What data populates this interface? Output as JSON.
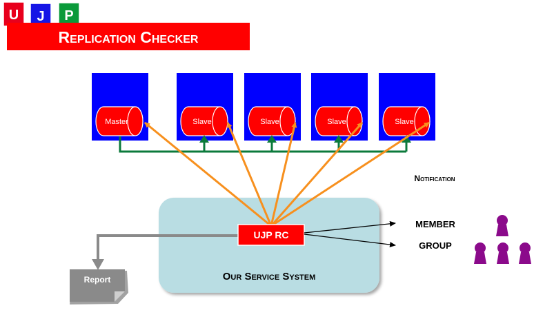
{
  "logo": {
    "letters": [
      "U",
      "J",
      "P"
    ],
    "colors": [
      "#e8001c",
      "#1515e6",
      "#0a9a3a"
    ]
  },
  "title": "Replication Checker",
  "databases": [
    {
      "label": "Master",
      "role": "master"
    },
    {
      "label": "Slave",
      "role": "slave"
    },
    {
      "label": "Slave",
      "role": "slave"
    },
    {
      "label": "Slave",
      "role": "slave"
    },
    {
      "label": "Slave",
      "role": "slave"
    }
  ],
  "notification_label": "Notification",
  "service_system_label": "Our Service System",
  "checker_label": "UJP RC",
  "targets": [
    {
      "label": "MEMBER"
    },
    {
      "label": "GROUP"
    }
  ],
  "report_label": "Report",
  "colors": {
    "red": "#ff0000",
    "server_blue": "#0000ff",
    "arrow_orange": "#f7901e",
    "replication_green": "#0b7a3b",
    "system_bg": "#b9dde3",
    "person_purple": "#8b0a8b",
    "report_gray": "#8a8a8a"
  }
}
